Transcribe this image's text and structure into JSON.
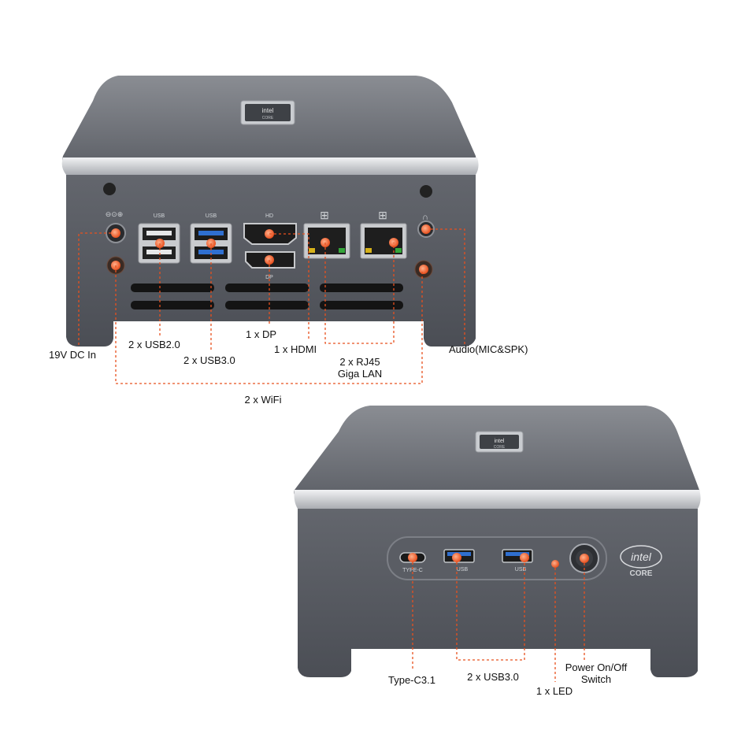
{
  "rear_view": {
    "port_labels": {
      "usb_a": "USB",
      "usb_b": "USB",
      "hd": "HD",
      "dp": "DP"
    },
    "badge": {
      "brand": "intel",
      "sub": "CORE"
    },
    "callouts": {
      "dc_in": "19V DC In",
      "usb2": "2 x USB2.0",
      "usb3": "2 x USB3.0",
      "dp": "1 x DP",
      "hdmi": "1 x HDMI",
      "rj45_line1": "2 x RJ45",
      "rj45_line2": "Giga LAN",
      "audio": "Audio(MIC&SPK)",
      "wifi": "2 x WiFi"
    }
  },
  "front_view": {
    "port_labels": {
      "typec": "TYPE-C",
      "usb_a": "USB",
      "usb_b": "USB"
    },
    "badge": {
      "brand": "intel",
      "sub": "CORE"
    },
    "logo": {
      "brand": "intel",
      "sub": "CORE"
    },
    "callouts": {
      "typec": "Type-C3.1",
      "usb3": "2 x USB3.0",
      "led": "1 x LED",
      "power_line1": "Power On/Off",
      "power_line2": "Switch"
    }
  },
  "colors": {
    "callout": "#e8501e",
    "chassis_top": "#6c6f76",
    "chassis_side": "#55585f",
    "silver_rim": "#d8dadd",
    "usb3_blue": "#2f6fd0"
  }
}
